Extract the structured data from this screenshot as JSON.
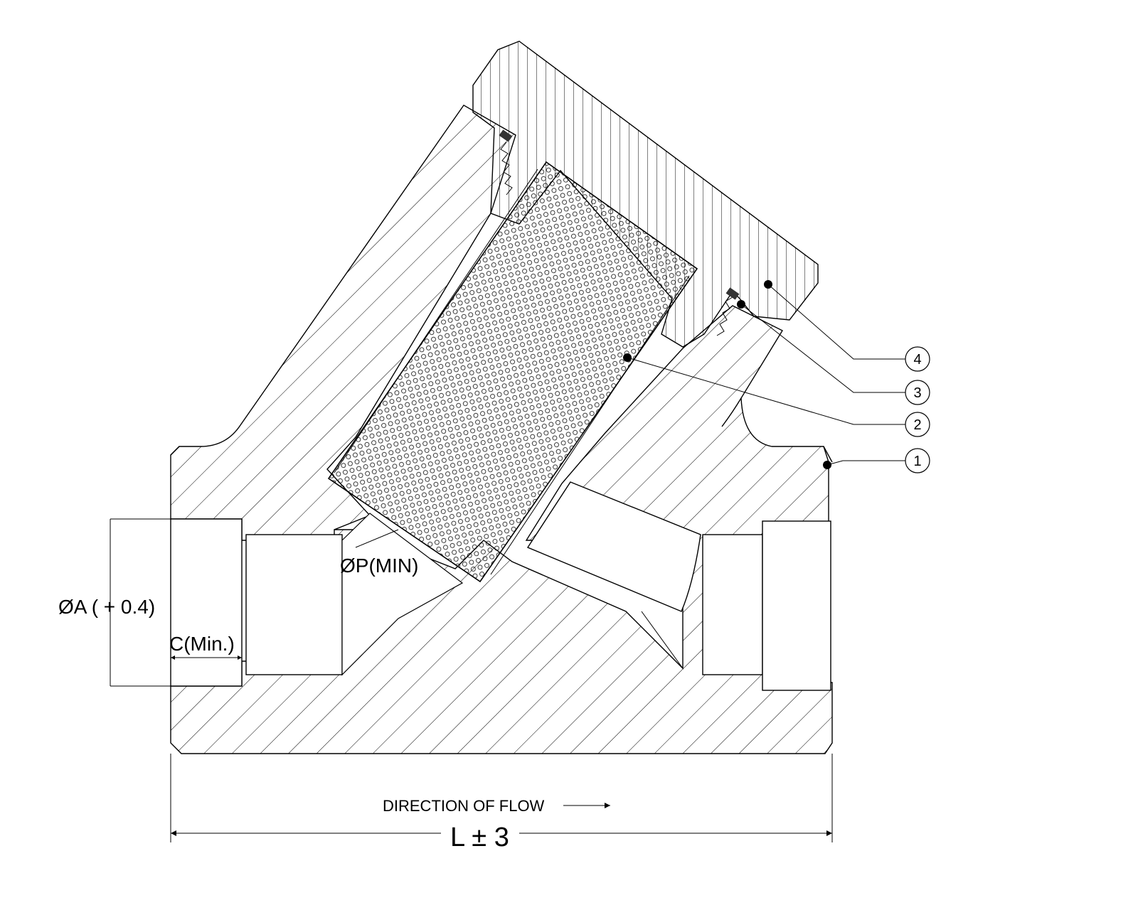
{
  "dimensions": {
    "bore": "ØA ( + 0.4)",
    "socket_depth": "C(Min.)",
    "port": "ØP(MIN)",
    "length": "L ± 3"
  },
  "flow_label": "DIRECTION OF FLOW",
  "balloons": [
    "1",
    "2",
    "3",
    "4"
  ]
}
